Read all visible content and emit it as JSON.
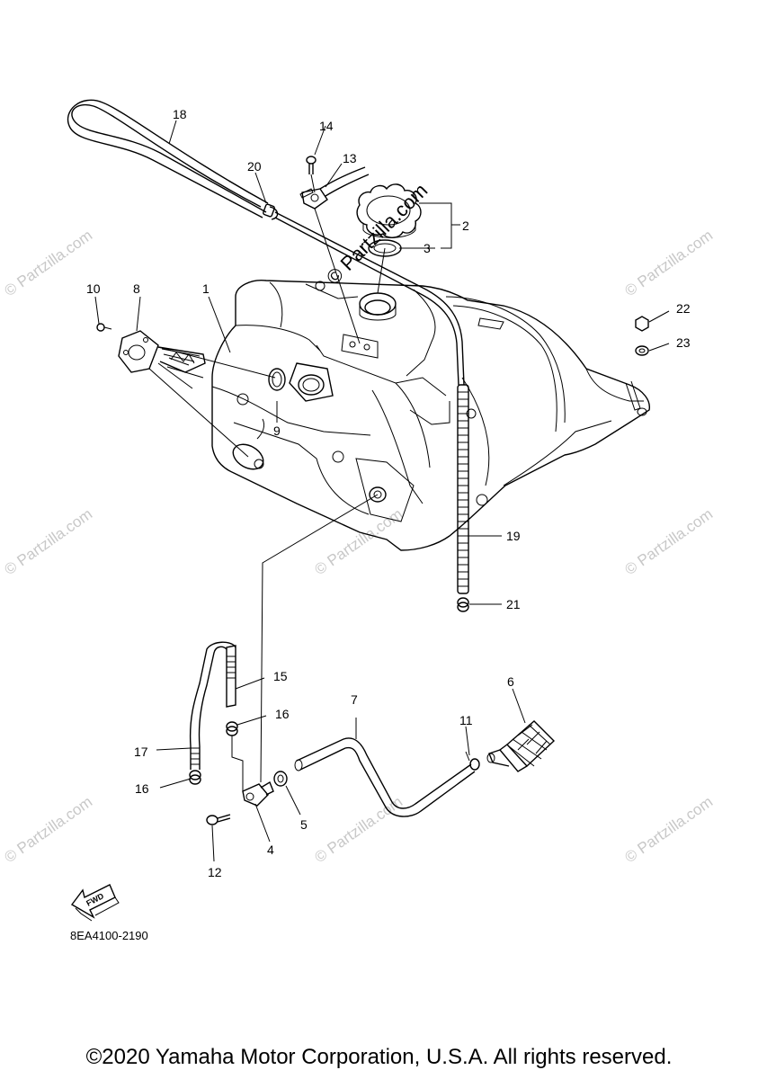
{
  "diagram": {
    "callouts": {
      "c1": "1",
      "c2": "2",
      "c3": "3",
      "c4": "4",
      "c5": "5",
      "c6": "6",
      "c7": "7",
      "c8": "8",
      "c9": "9",
      "c10": "10",
      "c11": "11",
      "c12": "12",
      "c13": "13",
      "c14": "14",
      "c15": "15",
      "c16a": "16",
      "c16b": "16",
      "c17": "17",
      "c18": "18",
      "c19": "19",
      "c20": "20",
      "c21": "21",
      "c22": "22",
      "c23": "23"
    },
    "diagram_code": "8EA4100-2190",
    "fwd_label": "FWD",
    "watermark": "© Partzilla.com"
  },
  "footer": {
    "copyright": "©2020 Yamaha Motor Corporation, U.S.A. All rights reserved."
  }
}
